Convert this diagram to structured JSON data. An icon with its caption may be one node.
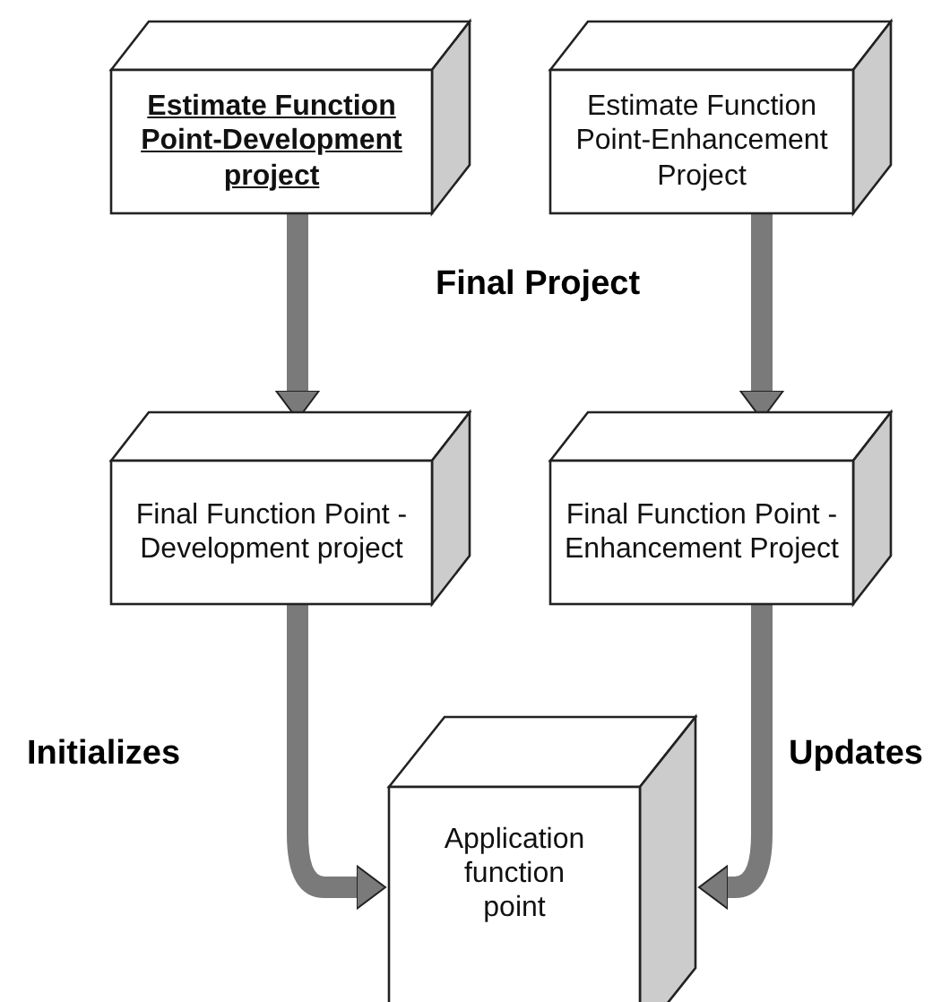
{
  "diagram": {
    "nodes": [
      {
        "text": [
          "Estimate Function Point-Development project"
        ]
      },
      {
        "text": [
          "Estimate Function Point-Enhancement Project"
        ]
      },
      {
        "text": [
          "Final Function Point - Development project"
        ]
      },
      {
        "text": [
          "Final Function Point - Enhancement Project"
        ]
      },
      {
        "text": [
          "Application function point"
        ]
      }
    ],
    "edges": [
      {
        "from": 0,
        "to": 2,
        "arrow": "to"
      },
      {
        "from": 1,
        "to": 3,
        "arrow": "to"
      },
      {
        "from": 2,
        "to": 4,
        "arrow": "to",
        "label": "Initializes"
      },
      {
        "from": 3,
        "to": 4,
        "arrow": "to",
        "label": "Updates"
      }
    ],
    "labels": [
      "Final Project"
    ]
  }
}
